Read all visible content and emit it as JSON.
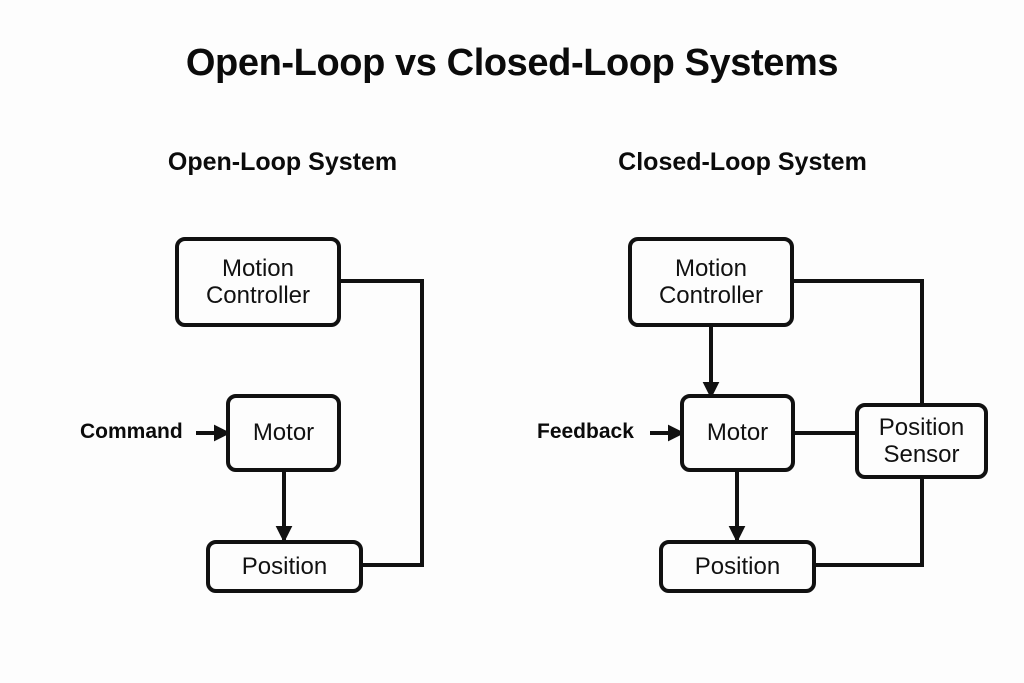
{
  "page": {
    "title": "Open-Loop vs Closed-Loop Systems",
    "background_color": "#fdfdfd",
    "line_color": "#111111",
    "text_color": "#0b0b0b"
  },
  "diagrams": [
    {
      "id": "open-loop",
      "subtitle": "Open-Loop System",
      "nodes": [
        {
          "id": "motion-controller",
          "label": "Motion\nController"
        },
        {
          "id": "motor",
          "label": "Motor"
        },
        {
          "id": "position",
          "label": "Position"
        }
      ],
      "io_labels": [
        {
          "id": "command",
          "text": "Command"
        }
      ]
    },
    {
      "id": "closed-loop",
      "subtitle": "Closed-Loop System",
      "nodes": [
        {
          "id": "motion-controller",
          "label": "Motion\nController"
        },
        {
          "id": "motor",
          "label": "Motor"
        },
        {
          "id": "position",
          "label": "Position"
        },
        {
          "id": "position-sensor",
          "label": "Position\nSensor"
        }
      ],
      "io_labels": [
        {
          "id": "feedback",
          "text": "Feedback"
        }
      ]
    }
  ]
}
